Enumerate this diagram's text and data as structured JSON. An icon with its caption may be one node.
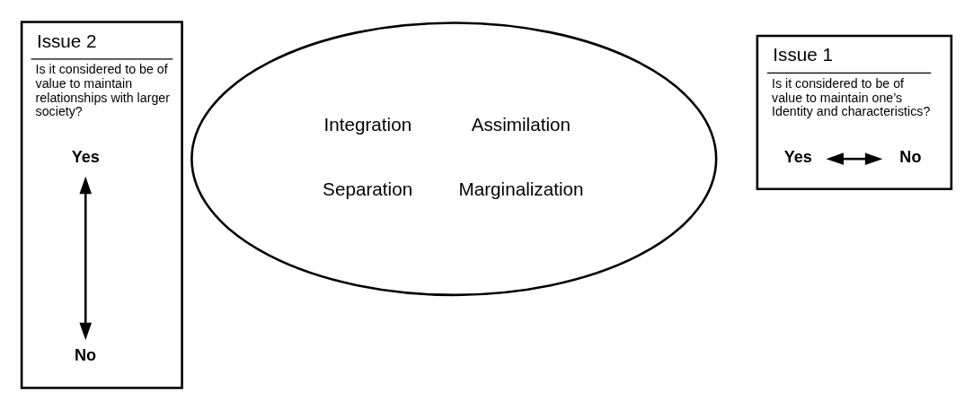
{
  "diagram": {
    "nodes": [
      {
        "text": [
          "Issue 1",
          "Is it considered to be of value to maintain one’s Identity and characteristics?"
        ]
      },
      {
        "text": [
          "Yes"
        ],
        "in": 0
      },
      {
        "text": [
          "No"
        ],
        "in": 0
      },
      {
        "text": [
          "Issue 2",
          "Is it considered to be of value to maintain relationships with larger society?"
        ]
      },
      {
        "text": [
          "Yes"
        ],
        "in": 3
      },
      {
        "text": [
          "No"
        ],
        "in": 3
      },
      {
        "text": [
          "Integration",
          "Assimilation",
          "Separation",
          "Marginalization"
        ]
      }
    ],
    "edges": [
      {
        "from": 1,
        "to": 2,
        "arrow": "both"
      },
      {
        "from": 4,
        "to": 5,
        "arrow": "both"
      }
    ]
  }
}
